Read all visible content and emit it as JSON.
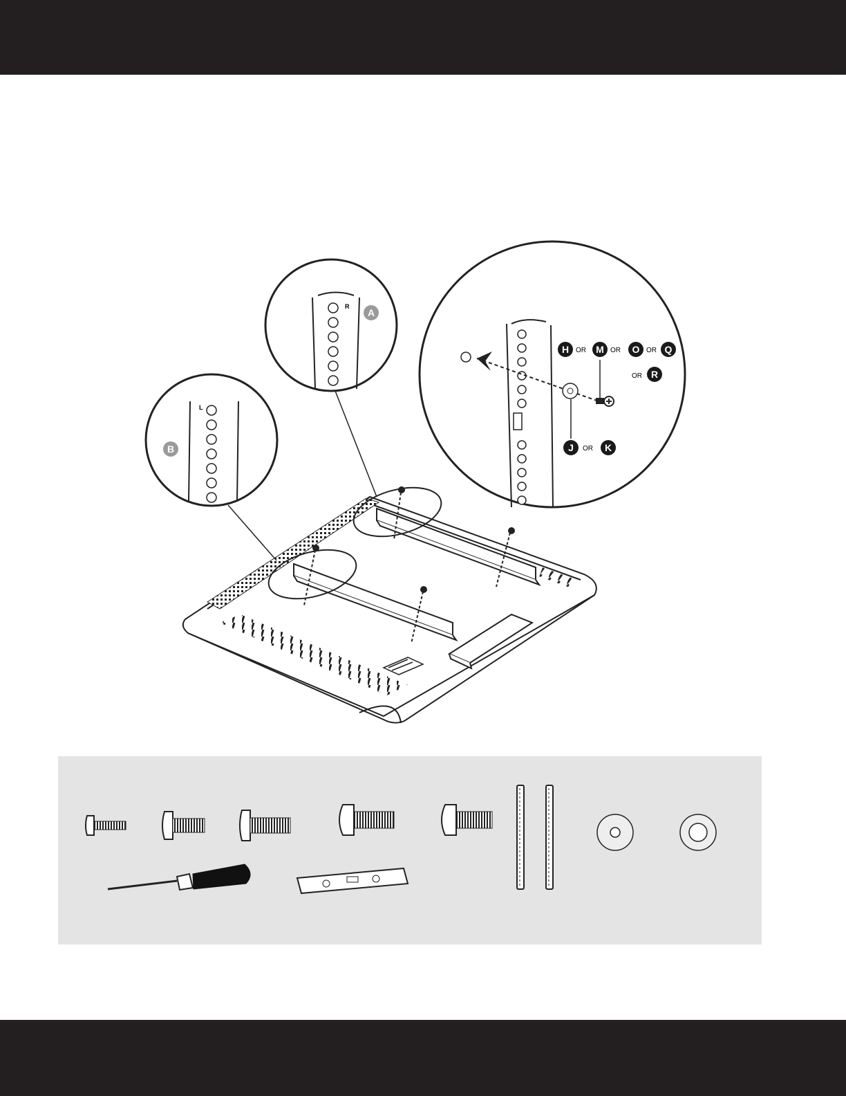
{
  "callouts": {
    "a": "A",
    "b": "B",
    "bracket_mark_r": "R",
    "bracket_mark_l": "L",
    "screw_options": [
      "H",
      "M",
      "O",
      "Q",
      "R"
    ],
    "washer_options": [
      "J",
      "K"
    ],
    "or_word": "OR"
  },
  "parts_panel": {
    "screw_count": 5,
    "washer_count": 2,
    "bracket_count": 2
  },
  "colors": {
    "band": "#231f20",
    "panel": "#e4e4e4",
    "callout_a_b": "#9a9a9a",
    "callout_dark": "#1a1a1a"
  },
  "icons": [
    "screw-icon",
    "washer-icon",
    "bracket-icon",
    "screwdriver-icon",
    "level-icon"
  ]
}
